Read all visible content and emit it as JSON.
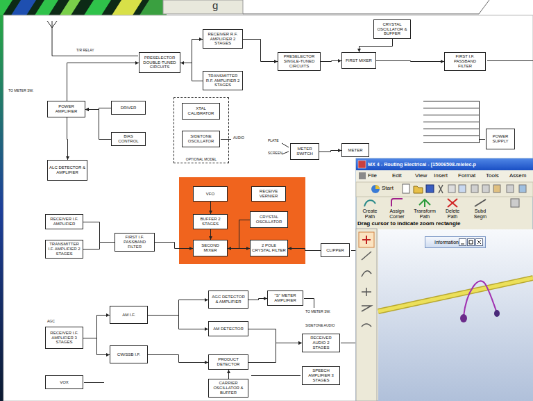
{
  "diagram": {
    "nodes": [
      {
        "text": [
          "CRYSTAL OSCILLATOR & BUFFER"
        ]
      },
      {
        "text": [
          "RECEIVER R.F. AMPLIFIER 2 STAGES"
        ]
      },
      {
        "text": [
          "PRESELECTOR DOUBLE-TUNED CIRCUITS"
        ]
      },
      {
        "text": [
          "PRESELECTOR SINGLE-TUNED CIRCUITS"
        ]
      },
      {
        "text": [
          "FIRST MIXER"
        ]
      },
      {
        "text": [
          "FIRST I.F. PASSBAND FILTER"
        ]
      },
      {
        "text": [
          "TRANSMITTER R.F. AMPLIFIER 2 STAGES"
        ]
      },
      {
        "text": [
          "POWER AMPLIFIER"
        ]
      },
      {
        "text": [
          "DRIVER"
        ]
      },
      {
        "text": [
          "OPTIONAL MODEL"
        ]
      },
      {
        "text": [
          "XTAL CALIBRATOR"
        ],
        "in": 9
      },
      {
        "text": [
          "SIDETONE OSCILLATOR"
        ],
        "in": 9
      },
      {
        "text": [
          "BIAS CONTROL"
        ]
      },
      {
        "text": [
          "POWER SUPPLY"
        ]
      },
      {
        "text": [
          "METER SWITCH"
        ]
      },
      {
        "text": [
          "METER"
        ]
      },
      {
        "text": [
          "ALC DETECTOR & AMPLIFIER"
        ]
      },
      {
        "text": [
          "VFO"
        ]
      },
      {
        "text": [
          "RECEIVE VERNIER"
        ]
      },
      {
        "text": [
          "BUFFER 2 STAGES"
        ]
      },
      {
        "text": [
          "CRYSTAL OSCILLATOR"
        ]
      },
      {
        "text": [
          "RECEIVER I.F. AMPLIFIER"
        ]
      },
      {
        "text": [
          "TRANSMITTER I.F. AMPLIFIER 2 STAGES"
        ]
      },
      {
        "text": [
          "FIRST I.F. PASSBAND FILTER"
        ]
      },
      {
        "text": [
          "SECOND MIXER"
        ]
      },
      {
        "text": [
          "2 POLE CRYSTAL FILTER"
        ]
      },
      {
        "text": [
          "CLIPPER"
        ]
      },
      {
        "text": [
          "AGC DETECTOR & AMPLIFIER"
        ]
      },
      {
        "text": [
          "\"S\" METER AMPLIFIER"
        ]
      },
      {
        "text": [
          "AM I.F."
        ]
      },
      {
        "text": [
          "AM DETECTOR"
        ]
      },
      {
        "text": [
          "RECEIVER I.F. AMPLIFIER 3 STAGES"
        ]
      },
      {
        "text": [
          "CW/SSB I.F."
        ]
      },
      {
        "text": [
          "PRODUCT DETECTOR"
        ]
      },
      {
        "text": [
          "RECEIVER AUDIO 2 STAGES"
        ]
      },
      {
        "text": [
          "SPEECH AMPLIFIER 3 STAGES"
        ]
      },
      {
        "text": [
          "CARRIER OSCILLATOR & BUFFER"
        ]
      },
      {
        "text": [
          "VOX"
        ]
      },
      {
        "text": [
          "MX 4 - Routing Electrical - [15006508.mlelec.p"
        ]
      },
      {
        "text": [
          "Information"
        ],
        "in": 38
      }
    ],
    "edges": [
      {
        "from": 2,
        "to": 1,
        "arrow": "to"
      },
      {
        "from": 6,
        "to": 2,
        "arrow": "to"
      },
      {
        "from": 1,
        "to": 3,
        "arrow": "to"
      },
      {
        "from": 3,
        "to": 4,
        "arrow": "to"
      },
      {
        "from": 0,
        "to": 4,
        "arrow": "to"
      },
      {
        "from": 4,
        "to": 5,
        "arrow": "to"
      },
      {
        "from": 7,
        "to": 2,
        "arrow": "to"
      },
      {
        "from": 8,
        "to": 7,
        "arrow": "to"
      },
      {
        "from": 12,
        "to": 7,
        "arrow": "to"
      },
      {
        "from": 7,
        "to": 16,
        "arrow": "to"
      },
      {
        "from": 14,
        "to": 15,
        "arrow": "to"
      },
      {
        "from": 17,
        "to": 19,
        "arrow": "to"
      },
      {
        "from": 19,
        "to": 24,
        "arrow": "to"
      },
      {
        "from": 20,
        "to": 24,
        "arrow": "to"
      },
      {
        "from": 24,
        "to": 25,
        "arrow": "to"
      },
      {
        "from": 23,
        "to": 24,
        "arrow": "to"
      },
      {
        "from": 21,
        "to": 23,
        "arrow": "none"
      },
      {
        "from": 22,
        "to": 23,
        "arrow": "none"
      },
      {
        "from": 26,
        "to": 25,
        "arrow": "to"
      },
      {
        "from": 31,
        "to": 29,
        "arrow": "to"
      },
      {
        "from": 31,
        "to": 32,
        "arrow": "to"
      },
      {
        "from": 29,
        "to": 30,
        "arrow": "to"
      },
      {
        "from": 29,
        "to": 27,
        "arrow": "to"
      },
      {
        "from": 32,
        "to": 33,
        "arrow": "to"
      },
      {
        "from": 36,
        "to": 33,
        "arrow": "to"
      },
      {
        "from": 30,
        "to": 34,
        "arrow": "to"
      },
      {
        "from": 33,
        "to": 34,
        "arrow": "to"
      },
      {
        "from": 27,
        "to": 28,
        "arrow": "to"
      }
    ],
    "labels": [
      "g",
      "T/R RELAY",
      "TO METER SW.",
      "AUDIO",
      "PLATE",
      "SCREEN",
      "AGC",
      "TO METER SW.",
      "SIDETONE AUDIO",
      "File",
      "Edit",
      "View",
      "Insert",
      "Format",
      "Tools",
      "Assem",
      "Start",
      "Create Path",
      "Assign Corner",
      "Transform Path",
      "Delete Path",
      "Subd Segm",
      "Drag cursor to indicate zoom rectangle"
    ]
  }
}
